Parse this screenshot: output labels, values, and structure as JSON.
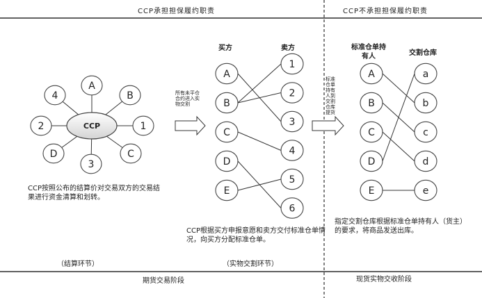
{
  "headers": {
    "left": "CCP承担担保履约职责",
    "right": "CCP不承担担保履约职责"
  },
  "settlement": {
    "center": "CCP",
    "nodes": [
      "A",
      "B",
      "C",
      "D",
      "1",
      "2",
      "3",
      "4"
    ],
    "caption": "CCP按照公布的结算价对交易双方的交易结果进行资金清算和划转。",
    "stage": "（结算环节）"
  },
  "arrow1_label": "所有未平仓合约进入实物交割",
  "physical": {
    "buyer_title": "买方",
    "seller_title": "卖方",
    "buyers": [
      "A",
      "B",
      "C",
      "D",
      "E"
    ],
    "sellers": [
      "1",
      "2",
      "3",
      "4",
      "5",
      "6"
    ],
    "links": [
      [
        "A",
        "3"
      ],
      [
        "B",
        "1"
      ],
      [
        "B",
        "2"
      ],
      [
        "C",
        "4"
      ],
      [
        "D",
        "6"
      ],
      [
        "E",
        "5"
      ]
    ],
    "caption": "CCP根据买方申报意愿和卖方交付标准仓单情况，向买方分配标准仓单。",
    "stage": "（实物交割环节）"
  },
  "arrow2_label": "标准仓单持有人到交割仓库提货",
  "warehouse": {
    "holder_title": "标准仓单持有人",
    "warehouse_title": "交割仓库",
    "holders": [
      "A",
      "B",
      "C",
      "D",
      "E"
    ],
    "warehouses": [
      "a",
      "b",
      "c",
      "d",
      "e"
    ],
    "links": [
      [
        "A",
        "b"
      ],
      [
        "B",
        "c"
      ],
      [
        "C",
        "d"
      ],
      [
        "D",
        "a"
      ],
      [
        "E",
        "e"
      ]
    ],
    "caption": "指定交割仓库根据标准仓单持有人（货主）的要求，将商品发送出库。"
  },
  "phases": {
    "futures": "期货交易阶段",
    "spot": "现货实物交收阶段"
  }
}
